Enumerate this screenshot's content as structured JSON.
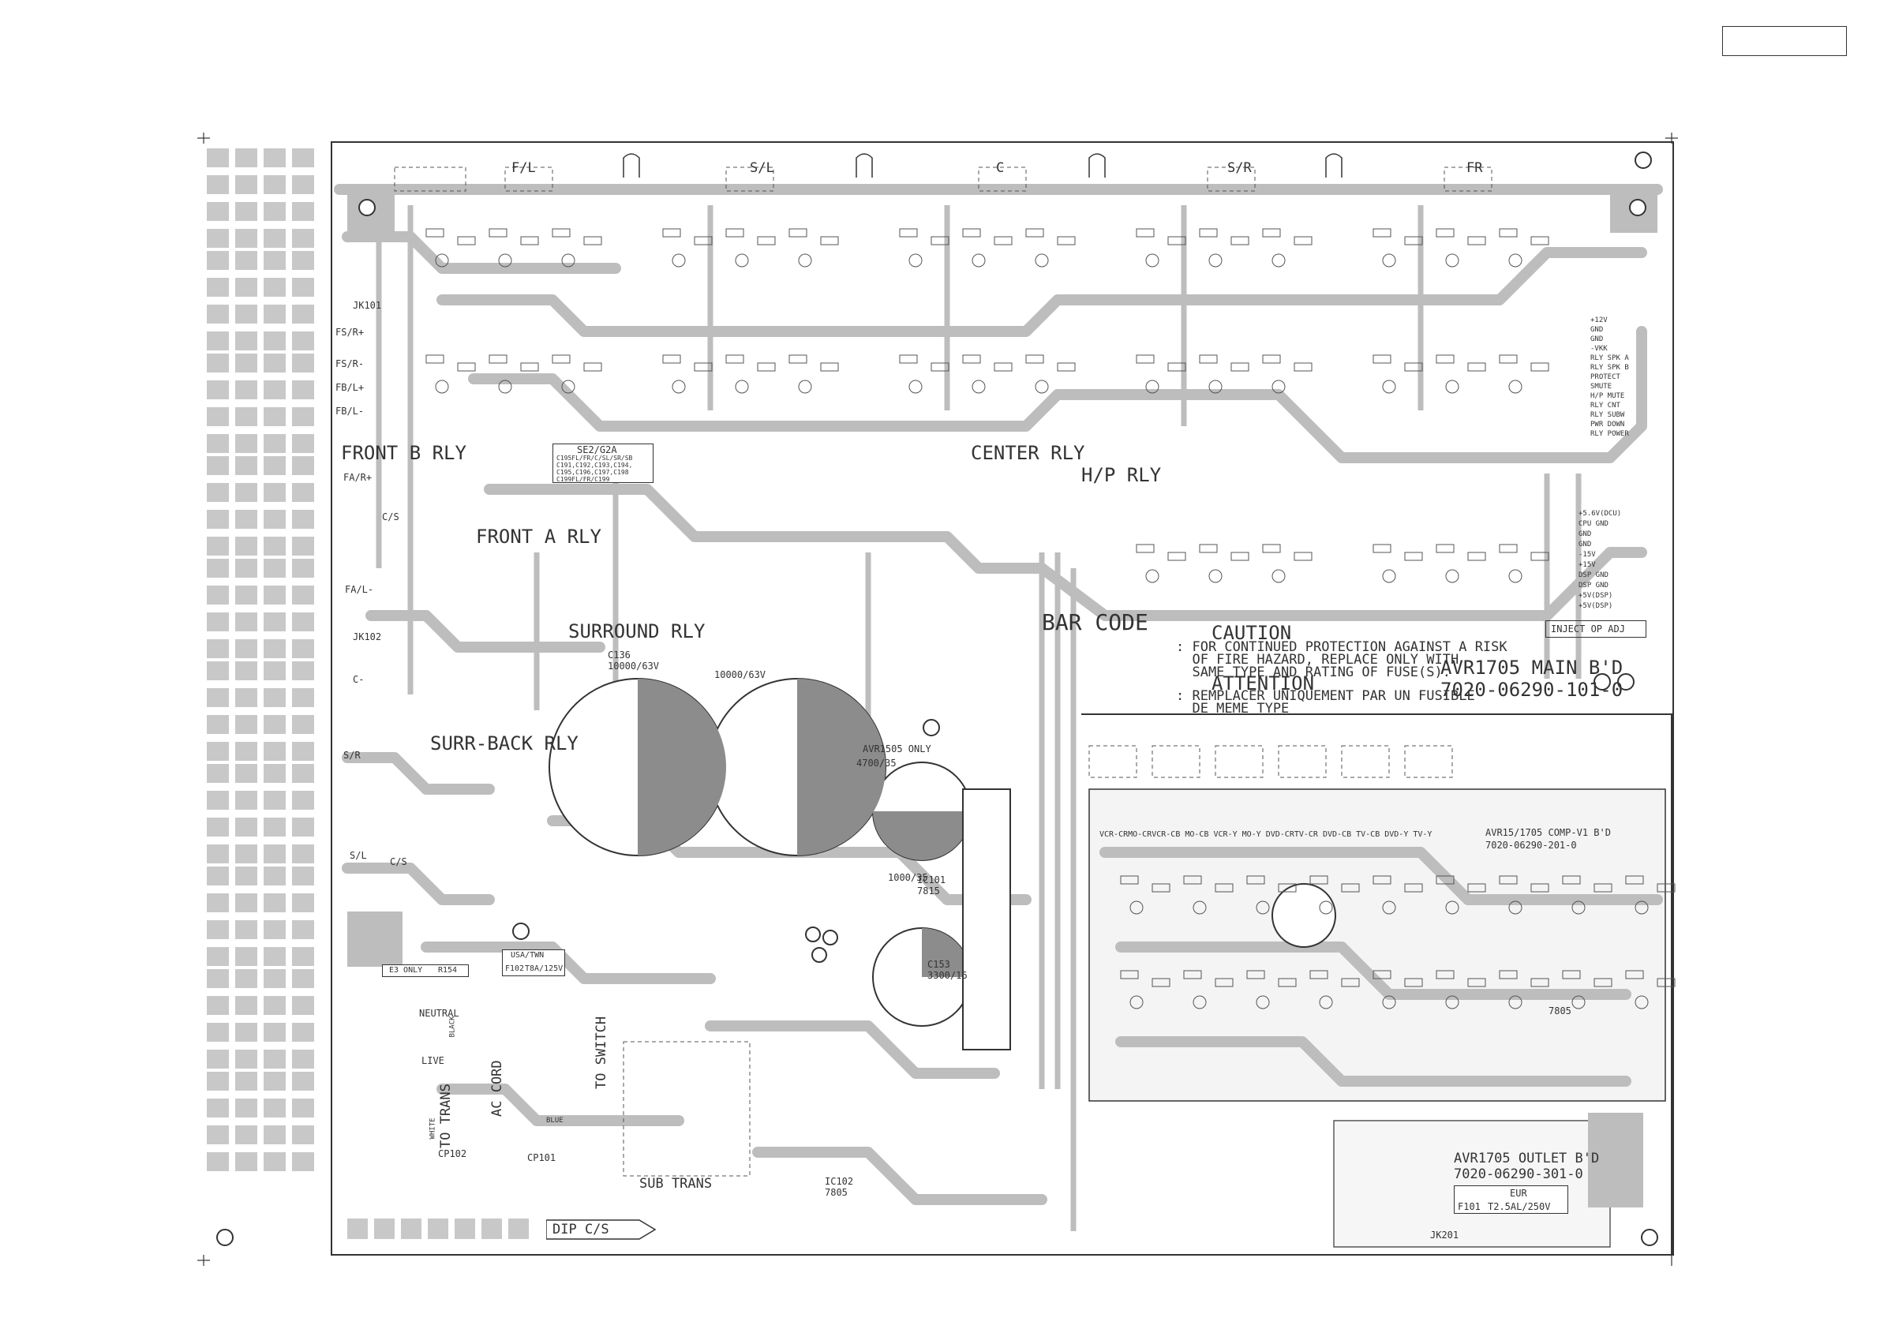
{
  "corner_box": "",
  "channel_labels": [
    "F/L",
    "S/L",
    "C",
    "S/R",
    "FR"
  ],
  "relay_labels": {
    "front_b": "FRONT B RLY",
    "front_a": "FRONT A RLY",
    "surround": "SURROUND RLY",
    "surr_back": "SURR-BACK RLY",
    "center": "CENTER RLY",
    "hp": "H/P RLY"
  },
  "left_terminals": [
    "JK101",
    "FS/R+",
    "FS/R-",
    "FB/L+",
    "FB/L-",
    "FA/R+",
    "C/S",
    "FA/L-",
    "JK102",
    "C-",
    "S/R",
    "S/L",
    "C/S"
  ],
  "version_box": [
    "SE2/G2A",
    "C195FL/FR/C/SL/SR/SB",
    "C191,C192,C193,C194,",
    "C195,C196,C197,C198",
    "C199FL/FR/C199"
  ],
  "caps": {
    "c136": "C136\n10000/63V",
    "c137": "10000/63V",
    "c144": "4700/35",
    "c145": "1000/35",
    "c153": "C153\n3300/16"
  },
  "barcode": "BAR CODE",
  "caution": {
    "title": "CAUTION",
    "lines": [
      ": FOR CONTINUED PROTECTION AGAINST A RISK",
      "  OF FIRE HAZARD, REPLACE ONLY WITH",
      "  SAME TYPE AND RATING OF FUSE(S)."
    ],
    "attention": "ATTENTION",
    "fr_lines": [
      ": REMPLACER UNIQUEMENT PAR UN FUSIBLE",
      "  DE MEME TYPE"
    ]
  },
  "main_board": {
    "name": "AVR1705 MAIN B'D",
    "code": "7020-06290-101-0"
  },
  "comp_board": {
    "name": "AVR15/1705 COMP-V1 B'D",
    "code": "7020-06290-201-0",
    "inputs": "VCR-CRMO-CRVCR-CB MO-CB VCR-Y MO-Y DVD-CRTV-CR DVD-CB TV-CB DVD-Y TV-Y"
  },
  "outlet_board": {
    "name": "AVR1705 OUTLET B'D",
    "code": "7020-06290-301-0",
    "jack": "JK201",
    "fuse_label": "EUR",
    "fuse_ref": "F101",
    "fuse_rating": "T2.5AL/250V"
  },
  "connector_right": [
    "+12V",
    "GND",
    "GND",
    "-VKK",
    "RLY SPK A",
    "RLY SPK B",
    "PROTECT",
    "SMUTE",
    "H/P MUTE",
    "RLY CNT",
    "RLY SUBW",
    "PWR DOWN",
    "RLY POWER"
  ],
  "connector_right2": [
    "+5.6V(DCU)",
    "CPU GND",
    "GND",
    "GND",
    "-15V",
    "+15V",
    "DSP GND",
    "DSP GND",
    "+5V(DSP)",
    "+5V(DSP)"
  ],
  "fuse_box": {
    "region": "USA/TWN",
    "ref": "F102",
    "rating": "T8A/125V"
  },
  "e3_box": {
    "label": "E3 ONLY",
    "ref": "R154"
  },
  "power": {
    "neutral": "NEUTRAL",
    "live": "LIVE",
    "black": "BLACK",
    "white": "WHITE",
    "ac_cord": "AC CORD",
    "to_trans": "TO TRANS",
    "to_switch": "TO SWITCH",
    "sub_trans": "SUB TRANS",
    "cp101": "CP101",
    "cp102": "CP102",
    "blue": "BLUE"
  },
  "bottom_tag": "DIP C/S",
  "inject_label": "INJECT OP ADJ",
  "ic_labels": {
    "ic101": "IC101\n7815",
    "ic102": "IC102\n7805",
    "ic601": "7805",
    "avr1505": "AVR1505 ONLY"
  },
  "colors": {
    "trace": "#bdbdbd",
    "ink": "#333333",
    "board": "#ffffff"
  }
}
